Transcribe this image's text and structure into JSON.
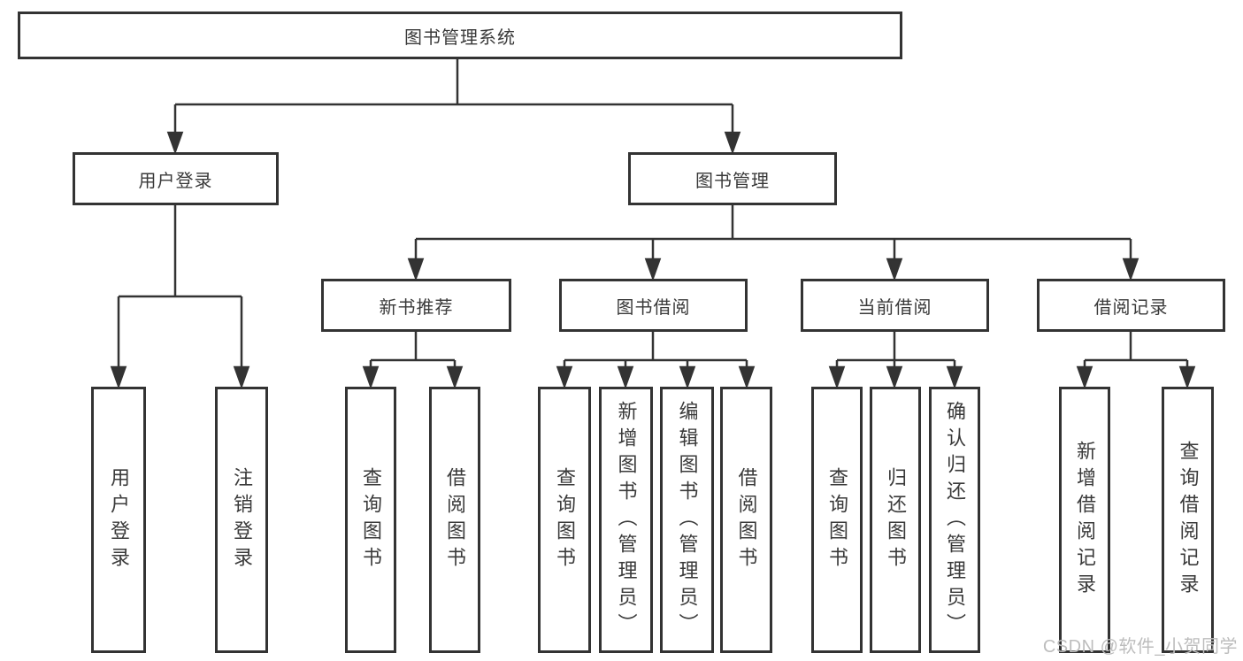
{
  "diagram": {
    "root": {
      "label": "图书管理系统"
    },
    "level2": [
      {
        "id": "user-login",
        "label": "用户登录",
        "parent": "root"
      },
      {
        "id": "book-management",
        "label": "图书管理",
        "parent": "root"
      }
    ],
    "level3": [
      {
        "id": "new-book-recommendation",
        "label": "新书推荐",
        "parent": "book-management"
      },
      {
        "id": "book-borrowing",
        "label": "图书借阅",
        "parent": "book-management"
      },
      {
        "id": "current-borrowing",
        "label": "当前借阅",
        "parent": "book-management"
      },
      {
        "id": "borrowing-records",
        "label": "借阅记录",
        "parent": "book-management"
      }
    ],
    "leaves": [
      {
        "id": "leaf-user-login",
        "label": "用户登录",
        "parent": "user-login"
      },
      {
        "id": "leaf-logout",
        "label": "注销登录",
        "parent": "user-login"
      },
      {
        "id": "leaf-query-books-recommend",
        "label": "查询图书",
        "parent": "new-book-recommendation"
      },
      {
        "id": "leaf-borrow-books-recommend",
        "label": "借阅图书",
        "parent": "new-book-recommendation"
      },
      {
        "id": "leaf-query-books-borrowing",
        "label": "查询图书",
        "parent": "book-borrowing"
      },
      {
        "id": "leaf-add-books-admin",
        "label": "新增图书（管理员）",
        "parent": "book-borrowing"
      },
      {
        "id": "leaf-edit-books-admin",
        "label": "编辑图书（管理员）",
        "parent": "book-borrowing"
      },
      {
        "id": "leaf-borrow-books-borrowing",
        "label": "借阅图书",
        "parent": "book-borrowing"
      },
      {
        "id": "leaf-query-books-current",
        "label": "查询图书",
        "parent": "current-borrowing"
      },
      {
        "id": "leaf-return-books",
        "label": "归还图书",
        "parent": "current-borrowing"
      },
      {
        "id": "leaf-confirm-return-admin",
        "label": "确认归还（管理员）",
        "parent": "current-borrowing"
      },
      {
        "id": "leaf-add-borrow-record",
        "label": "新增借阅记录",
        "parent": "borrowing-records"
      },
      {
        "id": "leaf-query-borrow-record",
        "label": "查询借阅记录",
        "parent": "borrowing-records"
      }
    ]
  },
  "watermark": "CSDN @软件_小贺同学",
  "colors": {
    "line": "#333333",
    "box_border": "#333333",
    "text": "#3a3a3a",
    "watermark": "#bdbdbd",
    "background": "#ffffff"
  }
}
